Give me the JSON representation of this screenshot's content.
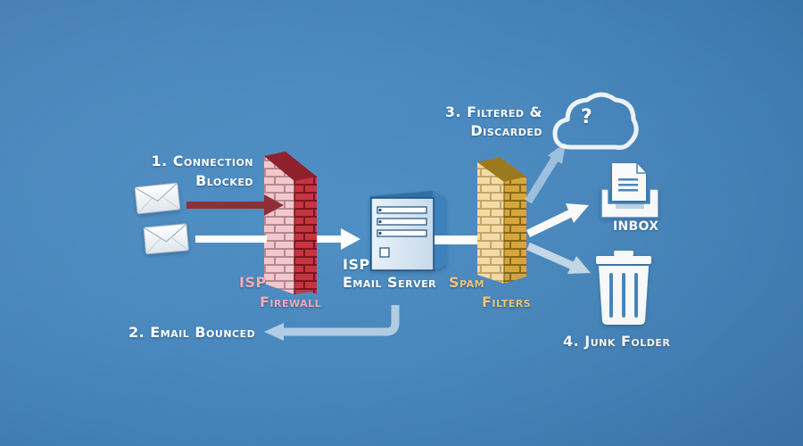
{
  "diagram": {
    "steps": {
      "step1_line1": "1. Connection",
      "step1_line2": "Blocked",
      "step2": "2. Email Bounced",
      "step3_line1": "3. Filtered &",
      "step3_line2": "Discarded",
      "step4": "4. Junk Folder"
    },
    "components": {
      "firewall_line1": "ISP",
      "firewall_line2": "Firewall",
      "server_line1": "ISP",
      "server_line2": "Email Server",
      "spam_line1": "Spam",
      "spam_line2": "Filters",
      "inbox": "INBOX",
      "cloud_symbol": "?"
    },
    "colors": {
      "background": "#4a89bf",
      "firewall": "#c8333e",
      "spam_filter": "#d9a93a",
      "server": "#dbeaf6",
      "blocked_arrow": "#8e2c35",
      "arrow": "#ffffff",
      "label_firewall": "#f6a9b3",
      "label_spam": "#f2c77a"
    },
    "icons": [
      "envelope-icon",
      "brick-wall-icon",
      "server-icon",
      "cloud-question-icon",
      "inbox-tray-icon",
      "trash-can-icon"
    ]
  }
}
